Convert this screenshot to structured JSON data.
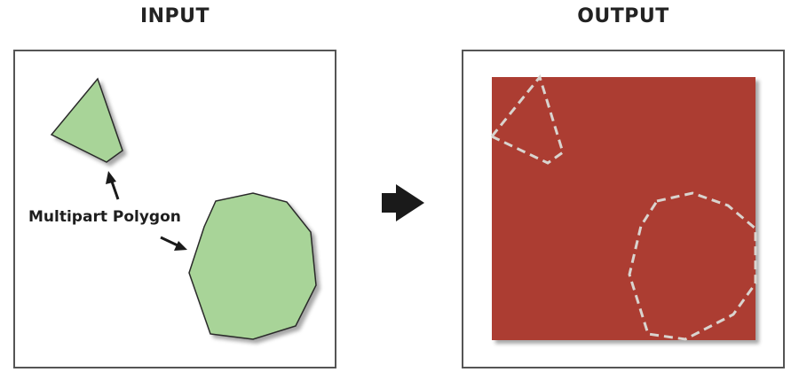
{
  "input": {
    "title": "INPUT",
    "callout_label": "Multipart Polygon"
  },
  "output": {
    "title": "OUTPUT"
  },
  "colors": {
    "polygon_fill": "#a8d498",
    "polygon_stroke": "#2a2a2a",
    "output_fill": "#ac3c33",
    "dash_stroke": "#d9d4cf",
    "arrow": "#1a1a1a",
    "panel_border": "#555555"
  }
}
